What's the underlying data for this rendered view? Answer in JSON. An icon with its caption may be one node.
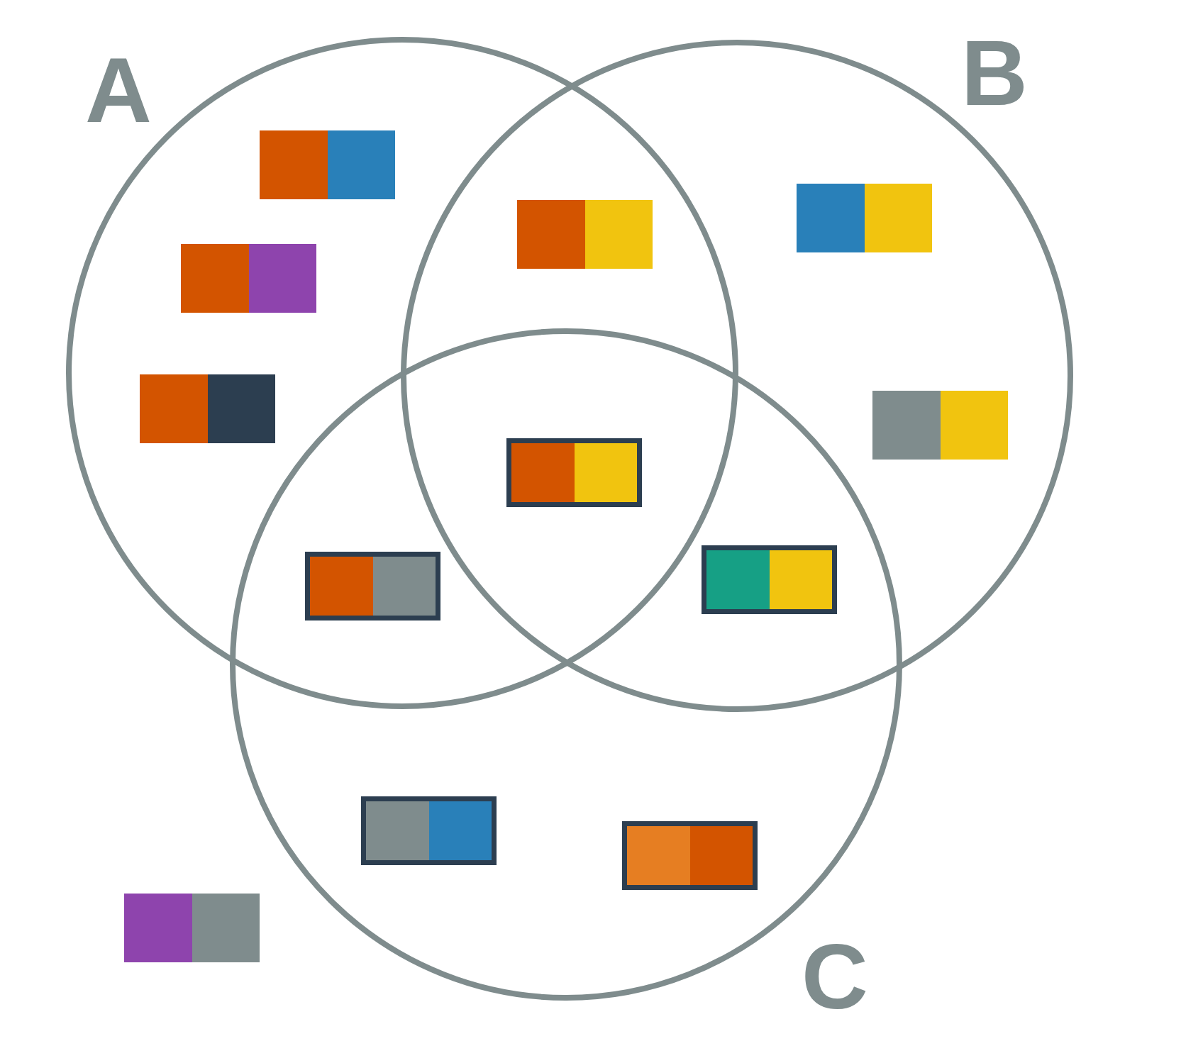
{
  "diagram": {
    "nodes": [
      {
        "text": [
          "A"
        ]
      },
      {
        "text": [
          "B"
        ]
      },
      {
        "text": [
          "C"
        ]
      },
      {
        "text": [],
        "shape": "box",
        "in": 0
      },
      {
        "text": [],
        "shape": "box",
        "in": 0
      },
      {
        "text": [],
        "shape": "box",
        "in": 0
      },
      {
        "text": [],
        "shape": "box"
      },
      {
        "text": [],
        "shape": "box",
        "in": 1
      },
      {
        "text": [],
        "shape": "box",
        "in": 1
      },
      {
        "text": [],
        "shape": "box"
      },
      {
        "text": [],
        "shape": "box"
      },
      {
        "text": [],
        "shape": "box"
      },
      {
        "text": [],
        "shape": "box",
        "in": 2
      },
      {
        "text": [],
        "shape": "box",
        "in": 2
      },
      {
        "text": [],
        "shape": "box"
      }
    ],
    "edges": []
  }
}
